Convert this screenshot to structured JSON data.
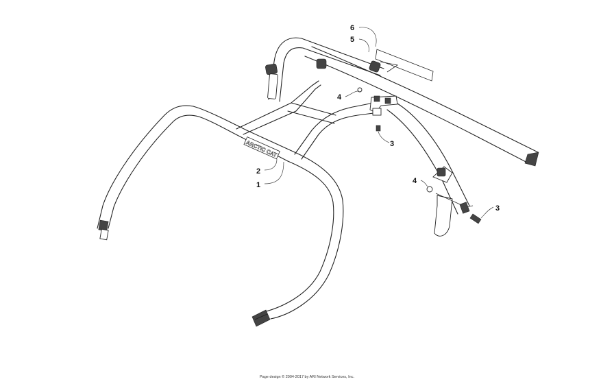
{
  "diagram": {
    "callouts": [
      {
        "id": "c6",
        "label": "6"
      },
      {
        "id": "c5",
        "label": "5"
      },
      {
        "id": "c4a",
        "label": "4"
      },
      {
        "id": "c3a",
        "label": "3"
      },
      {
        "id": "c2",
        "label": "2"
      },
      {
        "id": "c1",
        "label": "1"
      },
      {
        "id": "c4b",
        "label": "4"
      },
      {
        "id": "c3b",
        "label": "3"
      }
    ],
    "logo_text": "ARCTIC CAT"
  },
  "footer": {
    "text": "Page design © 2004-2017 by ARI Network Services, Inc."
  }
}
